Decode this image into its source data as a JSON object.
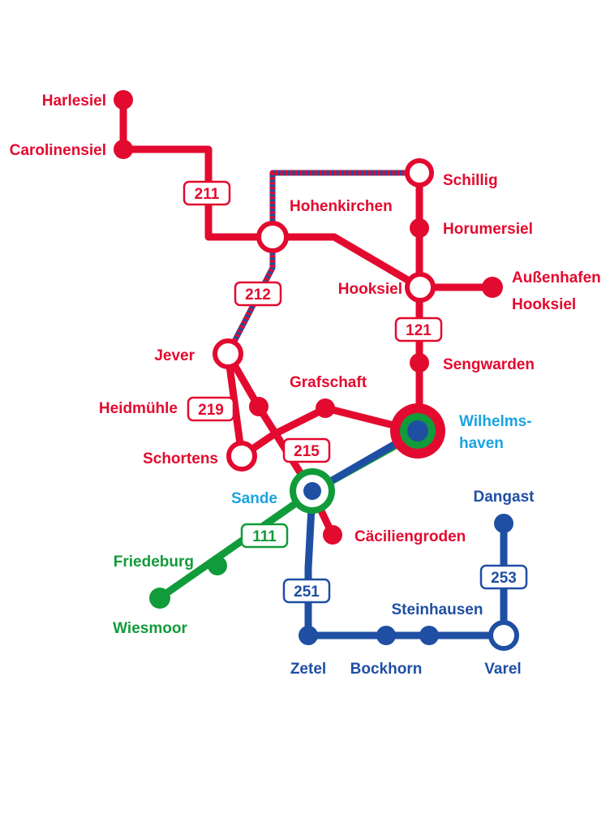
{
  "colors": {
    "red": "#e30a2f",
    "blue": "#1f4fa3",
    "green": "#119b3a",
    "cyan": "#1aa3e0",
    "background": "#ffffff"
  },
  "stations": {
    "harlesiel": "Harlesiel",
    "carolinensiel": "Carolinensiel",
    "schillig": "Schillig",
    "hohenkirchen": "Hohenkirchen",
    "horumersiel": "Horumersiel",
    "hooksiel": "Hooksiel",
    "aussenhafen_line1": "Außenhafen",
    "aussenhafen_line2": "Hooksiel",
    "sengwarden": "Sengwarden",
    "jever": "Jever",
    "grafschaft": "Grafschaft",
    "heidmuehle": "Heidmühle",
    "wilhelmshaven_line1": "Wilhelms-",
    "wilhelmshaven_line2": "haven",
    "schortens": "Schortens",
    "sande": "Sande",
    "dangast": "Dangast",
    "caeciliengroden": "Cäciliengroden",
    "friedeburg": "Friedeburg",
    "wiesmoor": "Wiesmoor",
    "steinhausen": "Steinhausen",
    "zetel": "Zetel",
    "bockhorn": "Bockhorn",
    "varel": "Varel"
  },
  "routes": {
    "r211": "211",
    "r212": "212",
    "r121": "121",
    "r219": "219",
    "r215": "215",
    "r111": "111",
    "r251": "251",
    "r253": "253"
  }
}
